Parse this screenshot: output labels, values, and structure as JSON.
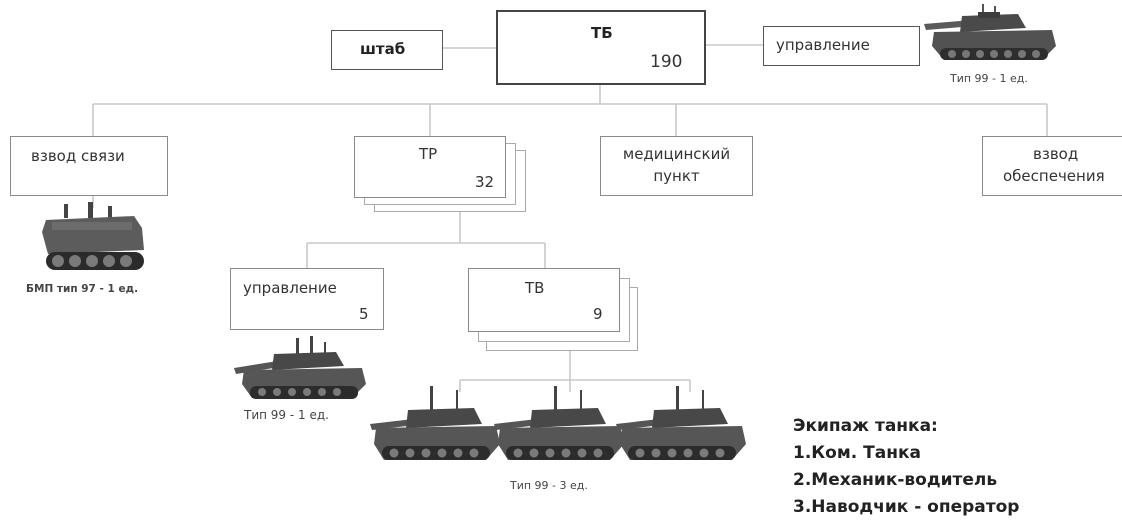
{
  "hq": {
    "label": "ТБ",
    "value": "190"
  },
  "staff": {
    "label": "штаб"
  },
  "command": {
    "label": "управление",
    "vehicle_caption": "Тип 99 - 1 ед."
  },
  "signal_platoon": {
    "label": "взвод связи",
    "vehicle_caption": "БМП тип 97 - 1 ед."
  },
  "tank_company": {
    "label": "ТР",
    "value": "32"
  },
  "medical": {
    "line1": "медицинский",
    "line2": "пункт"
  },
  "supply": {
    "line1": "взвод",
    "line2": "обеспечения"
  },
  "company_command": {
    "label": "управление",
    "value": "5",
    "vehicle_caption": "Тип 99 - 1 ед."
  },
  "tank_platoon": {
    "label": "ТВ",
    "value": "9",
    "vehicle_caption": "Тип 99 - 3 ед."
  },
  "crew": {
    "title": "Экипаж танка:",
    "members": [
      "1.Ком. Танка",
      "2.Механик-водитель",
      "3.Наводчик - оператор"
    ]
  },
  "colors": {
    "line": "#c8c8c8",
    "box_border": "#8a8a8a",
    "text": "#333333"
  },
  "icons": [
    "tank-icon",
    "ifv-icon"
  ]
}
